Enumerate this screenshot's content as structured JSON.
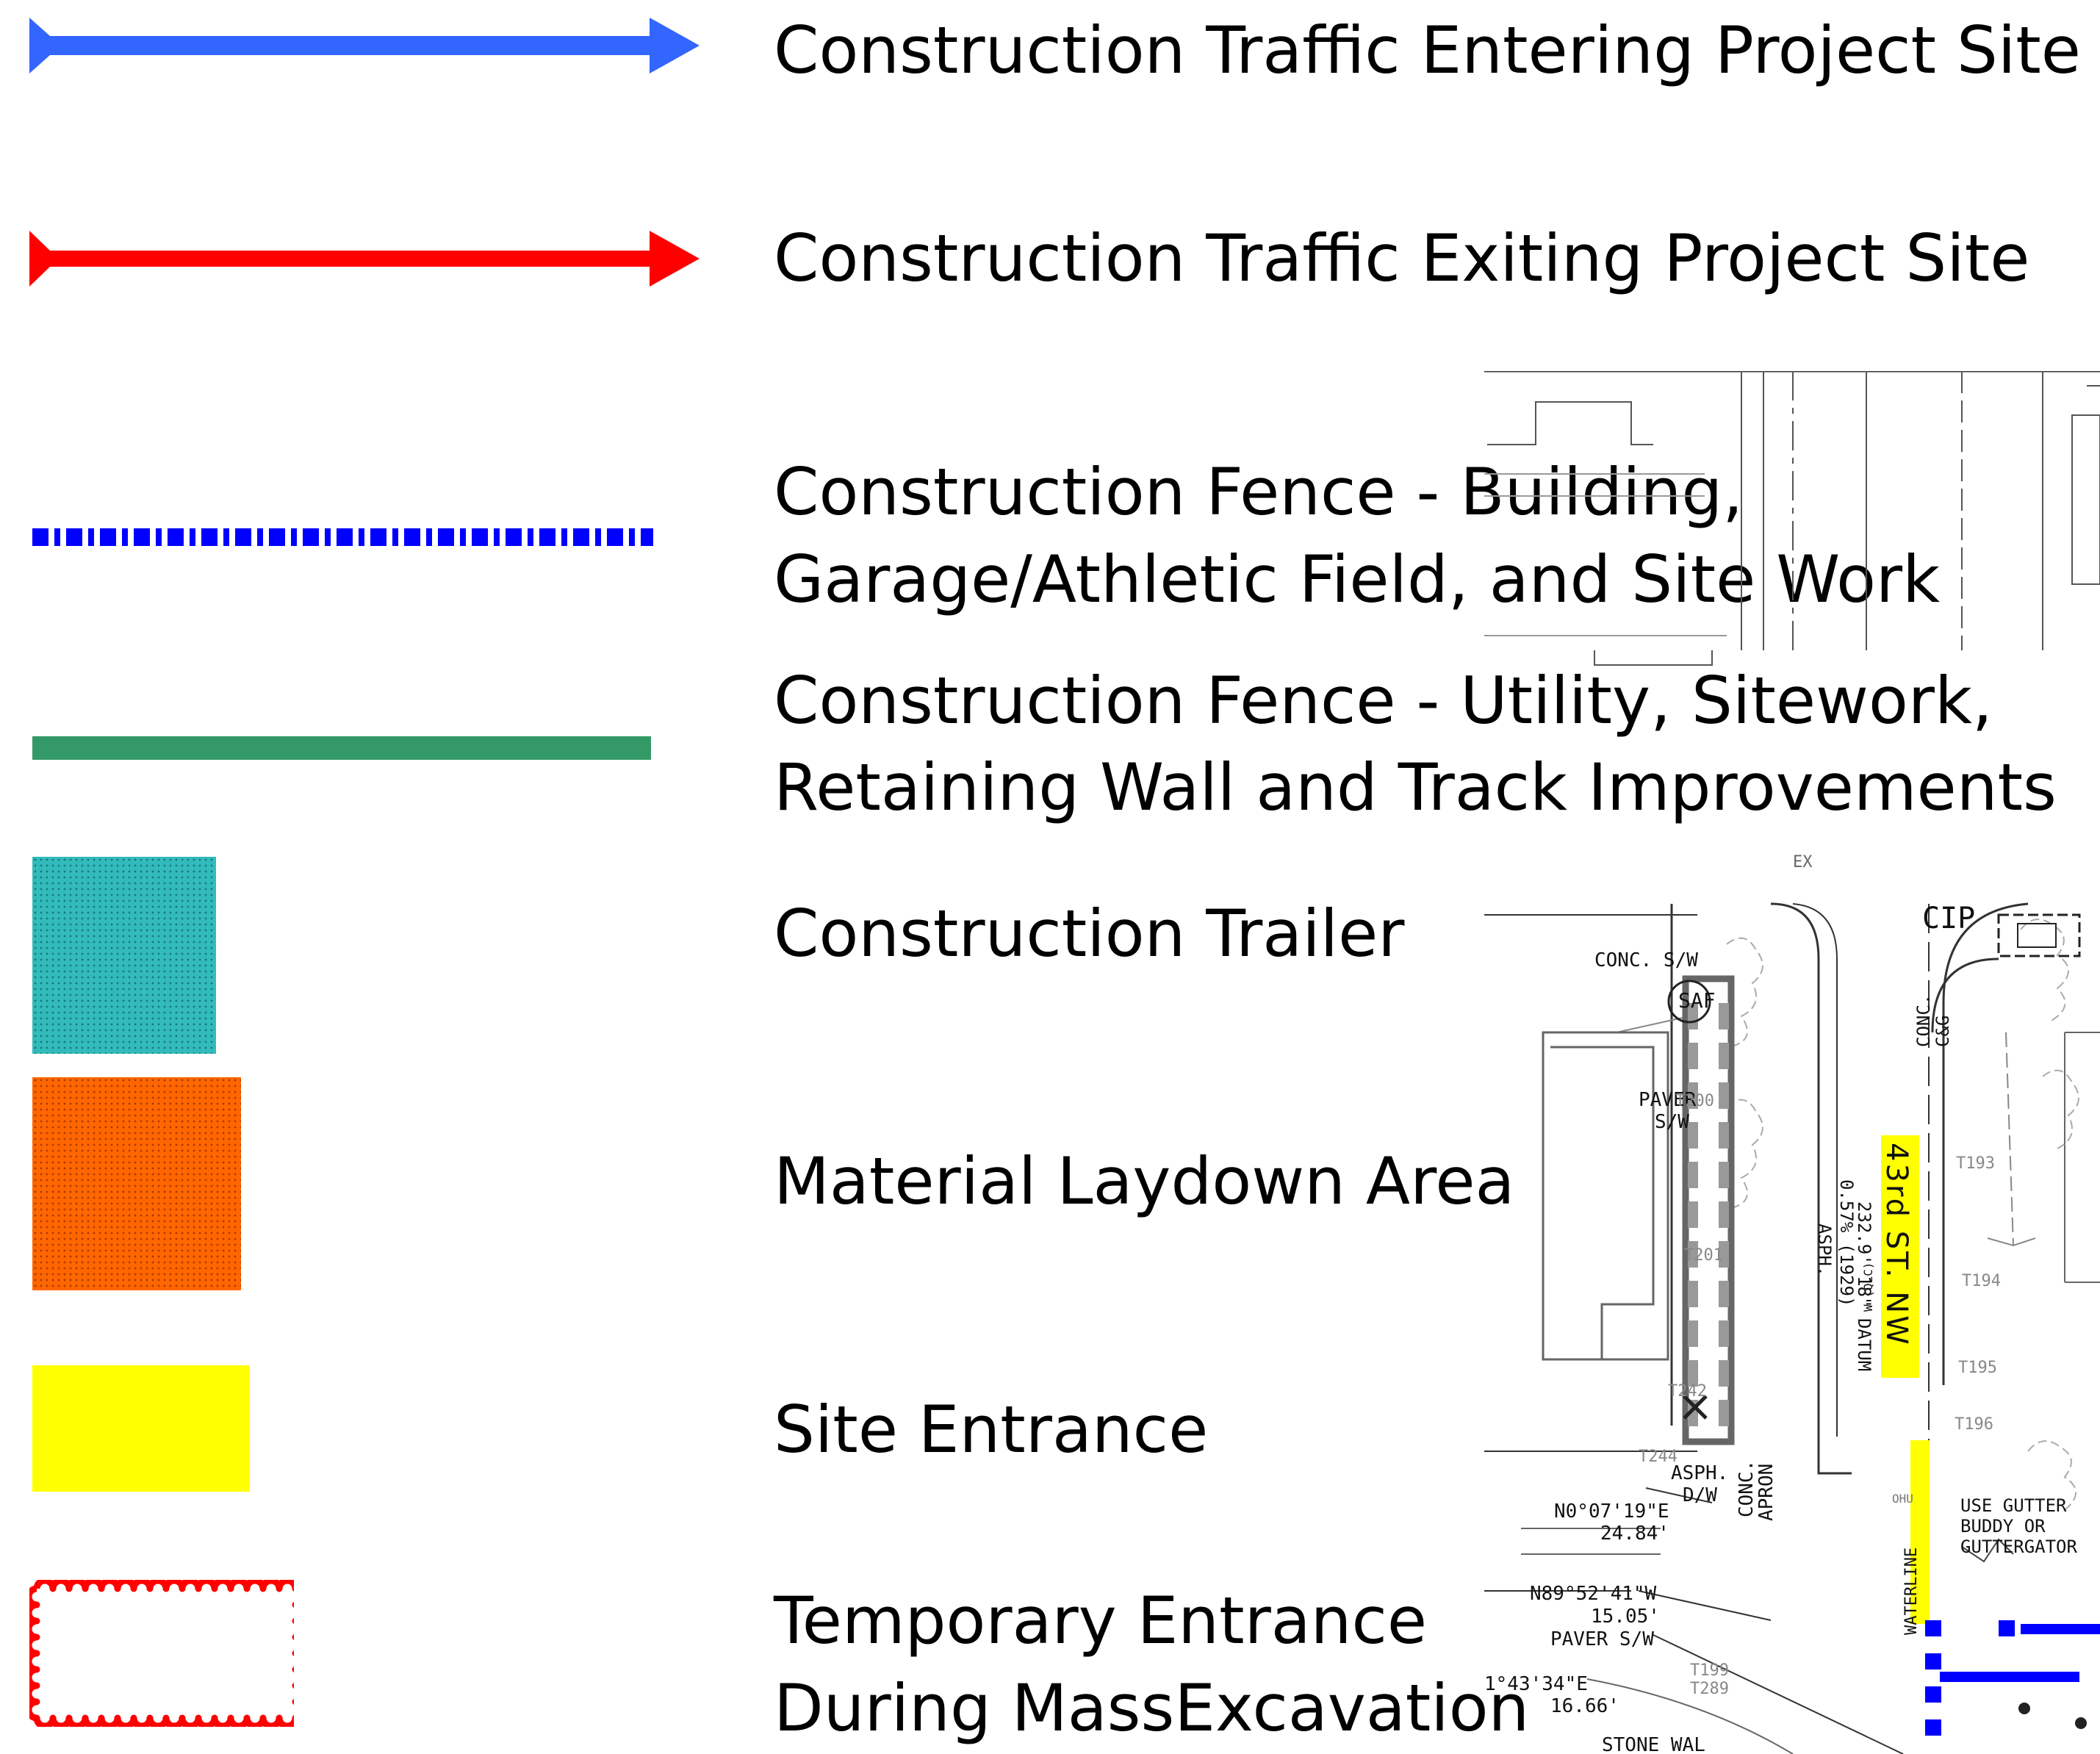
{
  "legend": {
    "items": [
      {
        "key": "traffic-entering",
        "label": "Construction Traffic Entering Project Site",
        "color": "#3366ff"
      },
      {
        "key": "traffic-exiting",
        "label": "Construction Traffic Exiting Project Site",
        "color": "#ff0000"
      },
      {
        "key": "fence-building",
        "line1": "Construction Fence - Building,",
        "line2": "Garage/Athletic Field, and Site Work",
        "color": "#0000ff"
      },
      {
        "key": "fence-utility",
        "line1": "Construction Fence - Utility, Sitework,",
        "line2": "Retaining Wall and Track Improvements",
        "color": "#339966"
      },
      {
        "key": "trailer",
        "label": "Construction Trailer",
        "color": "#33bbbb"
      },
      {
        "key": "laydown",
        "label": "Material Laydown Area",
        "color": "#ff6600"
      },
      {
        "key": "site-entrance",
        "label": "Site Entrance",
        "color": "#ffff00"
      },
      {
        "key": "temp-entrance",
        "line1": "Temporary Entrance",
        "line2": "During MassExcavation",
        "color": "#ff0000"
      }
    ]
  },
  "plan": {
    "street_label": "43rd ST. NW",
    "labels": {
      "conc_sw": "CONC. S/W",
      "saf": "SAF",
      "paver_sw_1": "PAVER",
      "paver_sw_2": "S/W",
      "t200": "T200",
      "t201": "T201",
      "t242": "T242",
      "t244": "T244",
      "asph_dw_1": "ASPH.",
      "asph_dw_2": "D/W",
      "conc_apron_1": "CONC.",
      "conc_apron_2": "APRON",
      "bearing1": "N0°07'19\"E",
      "dist1": "24.84'",
      "bearing2": "N89°52'41\"W",
      "dist2": "15.05'",
      "paver_sw_3": "PAVER S/W",
      "bearing3": "1°43'34\"E",
      "dist3": "16.66'",
      "stone_wall": "STONE WAL",
      "datum_1": "232.9' 18\" DATUM",
      "datum_2": "0.57% (1929)",
      "asph": "ASPH.",
      "conc_cg": "CONC.",
      "cg": "C&G",
      "cip": "CIP",
      "t193": "T193",
      "t194": "T194",
      "t195": "T195",
      "t196": "T196",
      "t199": "T199",
      "t289": "T289",
      "gutter_1": "USE GUTTER",
      "gutter_2": "BUDDY OR",
      "gutter_3": "GUTTERGATOR",
      "waterline": "WATERLINE",
      "w_qlc": "W (QLC)",
      "ohu": "OHU",
      "ex": "EX"
    }
  }
}
